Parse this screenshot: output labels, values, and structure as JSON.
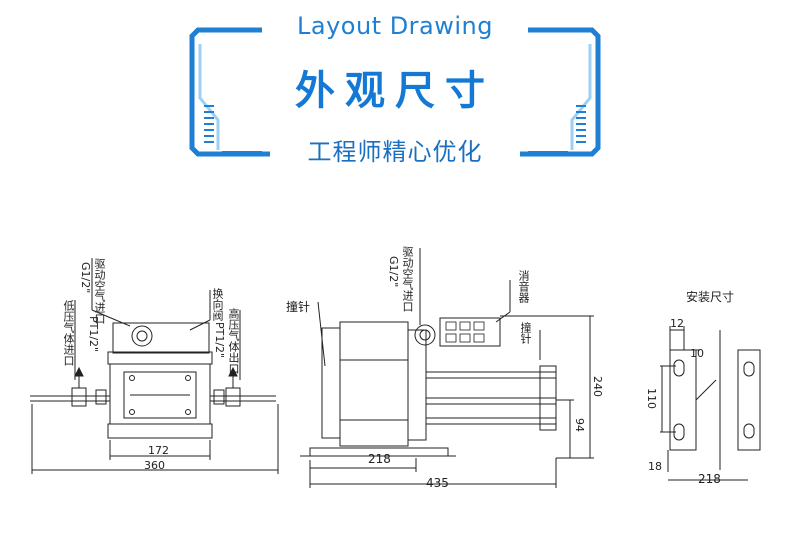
{
  "header": {
    "title_en": "Layout Drawing",
    "title_cn": "外观尺寸",
    "subtitle": "工程师精心优化"
  },
  "colors": {
    "accent": "#1f7fd2",
    "accent_light": "#9cd0f5",
    "line": "#222222"
  },
  "front_view": {
    "label_drive_air": "驱动空气进口",
    "label_g12": "G1/2\"",
    "label_valve": "换向阀",
    "label_low_inlet": "低压气体进口",
    "label_pt_left": "PT1/2\"",
    "label_high_outlet": "高压气体出口",
    "label_pt_right": "PT1/2\"",
    "dim_inner": "172",
    "dim_outer": "360"
  },
  "side_view": {
    "label_striker_left": "撞针",
    "label_drive_air": "驱动空气进口",
    "label_g12": "G1/2\"",
    "label_muffler": "消音器",
    "label_striker_right": "撞针",
    "dim_218": "218",
    "dim_435": "435",
    "dim_240": "240",
    "dim_94": "94"
  },
  "install_view": {
    "title": "安装尺寸",
    "dim_12": "12",
    "dim_10": "10",
    "dim_110": "110",
    "dim_18": "18",
    "dim_218": "218"
  }
}
